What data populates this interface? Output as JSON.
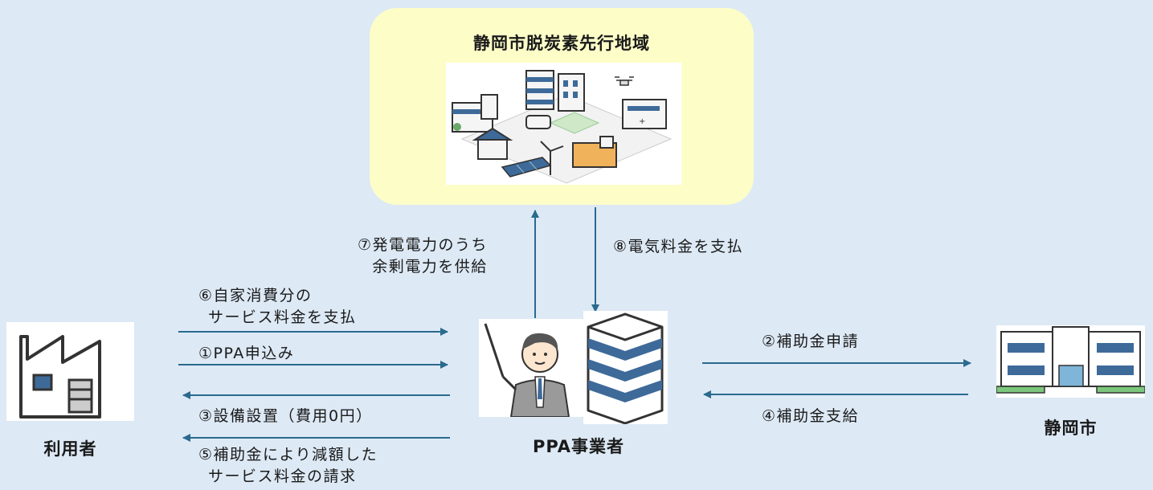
{
  "region": {
    "title": "静岡市脱炭素先行地域"
  },
  "actors": {
    "user": "利用者",
    "ppa": "PPA事業者",
    "city": "静岡市"
  },
  "steps": {
    "s1": "①PPA申込み",
    "s2": "②補助金申請",
    "s3": "③設備設置（費用0円）",
    "s4": "④補助金支給",
    "s5_line1": "⑤補助金により減額した",
    "s5_line2": "サービス料金の請求",
    "s6_line1": "⑥自家消費分の",
    "s6_line2": "サービス料金を支払",
    "s7_line1": "⑦発電電力のうち",
    "s7_line2": "余剰電力を供給",
    "s8": "⑧電気料金を支払"
  },
  "colors": {
    "background": "#dde9f5",
    "region_box": "#fdfdc8",
    "arrow": "#2a6a8e",
    "building_blue": "#3e6a99"
  },
  "icons": [
    "factory-icon",
    "presenter-icon",
    "server-building-icon",
    "city-hall-icon",
    "smart-city-illustration"
  ]
}
